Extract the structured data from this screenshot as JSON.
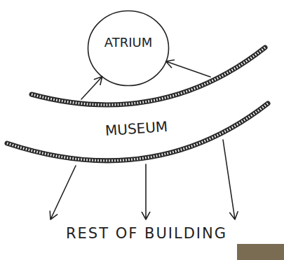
{
  "diagram": {
    "nodes": [
      {
        "text": [
          "ATRIUM"
        ]
      },
      {
        "text": [
          "MUSEUM"
        ]
      },
      {
        "text": [
          "REST OF BUILDING"
        ]
      }
    ],
    "edges": [
      {
        "from": 1,
        "to": 0,
        "arrow": "to"
      },
      {
        "from": 1,
        "to": 0,
        "arrow": "to"
      },
      {
        "from": 1,
        "to": 2,
        "arrow": "to"
      },
      {
        "from": 1,
        "to": 2,
        "arrow": "to"
      },
      {
        "from": 1,
        "to": 2,
        "arrow": "to"
      }
    ]
  }
}
